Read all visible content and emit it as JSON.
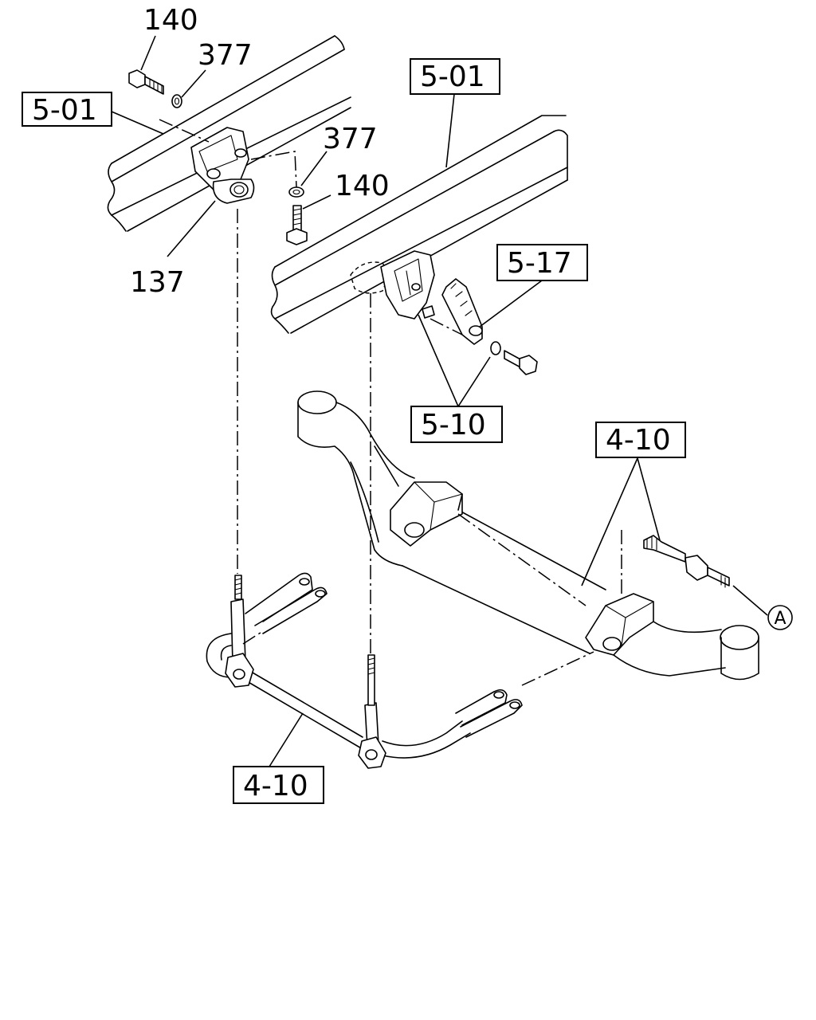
{
  "labels": {
    "bolt_top_left": "140",
    "washer_top_left": "377",
    "frame_left": "5-01",
    "washer_mid": "377",
    "bolt_mid": "140",
    "bracket": "137",
    "frame_right": "5-01",
    "shackle_ref": "5-17",
    "hanger_ref": "5-10",
    "axle_ref": "4-10",
    "stabilizer_ref": "4-10",
    "callout_a": "A"
  }
}
